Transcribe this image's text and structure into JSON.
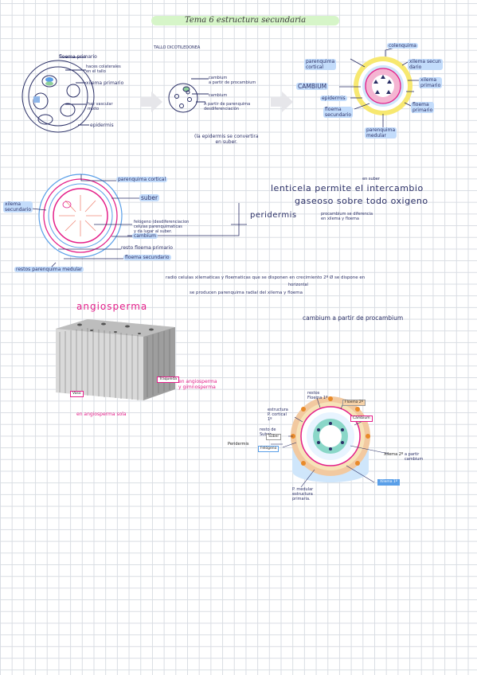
{
  "title": "Tema 6 estructura secundaria",
  "section1": {
    "floema_primario": "floema primario",
    "haces": "haces colaterales\nen el tallo",
    "xilema_primario": "xilema primario",
    "haz_vascular": "haz vascular\nmixto",
    "epidermis": "epidermis",
    "tallo": "TALLO DICOTILEDONEA",
    "cambium_label": "cambium\na partir de procambium",
    "cambium2": "cambium",
    "cambium2_sub": "A partir de parenquima\ndesdiferenciación",
    "nota_epidermis": "(la epidermis se convertira\nen suber.",
    "parenquima_cortical": "parenquima\ncortical",
    "colenquima": "colenquima",
    "xilema_secundario": "xilema secun\ndario",
    "xilema": "xilema\nprimario",
    "cambium3": "CAMBIUM",
    "epidermis2": "epidermis",
    "floema_primario2": "floema\nprimario",
    "floema_secundario": "floema\nsecundario",
    "parenquima_medular": "parenquima\nmedular"
  },
  "section2": {
    "parenquima_cortical": "parenquima cortical",
    "suber": "suber",
    "xilema_secundario": "xilema\nsecundario",
    "felogeno": "felógeno (desdiferenciacion\ncelulas parenquimaticas\ny da lugar al suber.",
    "cambium": "cambium",
    "resto_floema": "resto floema primario",
    "floema_secundario": "floema secundario",
    "restos_parenquima": "restos parenquima medular",
    "peridermis": "peridermis",
    "lenticela": "lenticela permite el intercambio",
    "en_suber": "en suber",
    "gaseoso": "gaseoso sobre todo oxigeno",
    "procambium": "procambium se diferencia\nen xilema y floema",
    "radio": "radio celulas xilematicas y floematicas que se disponen en crecimiento 2º  Ø se dispone en",
    "horizontal": "horizontal",
    "producen": "se producen parenquima radial del xilema y floema"
  },
  "section3": {
    "angiosperma": "angiosperma",
    "traqueida": "en angiosperma\ny gimnosperma",
    "angiosperma_sola": "en angiosperma sola",
    "traqueida_tag": "Traqueida",
    "vaso_tag": "Vaso",
    "cambium_note": "cambium a partir de procambium",
    "restos_floema": "restos\nFloema 1º",
    "floema2": "Floema 2º",
    "cambium_box": "Cámbium",
    "estructura": "estructura\nP. cortical\n1º",
    "suber_box": "Súber",
    "resto_suber": "resto de\nSuber",
    "felogeno_box": "Felógeno",
    "peridermis": "Peridermis",
    "xilema2": "Xilema 2º",
    "a_partir": "a partir\ncambium",
    "xilema1": "Xilema 1º",
    "p_medular": "P. medular\nestructura\nprimaria."
  }
}
